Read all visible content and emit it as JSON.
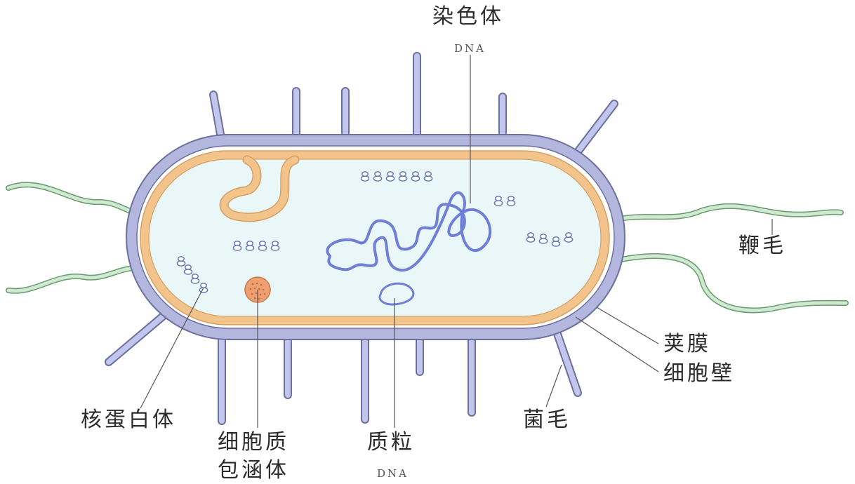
{
  "labels": {
    "chromosome": "染色体",
    "chromosome_dna": "DNA",
    "flagellum": "鞭毛",
    "capsule": "荚膜",
    "cell_wall": "细胞壁",
    "pilus": "菌毛",
    "ribosome": "核蛋白体",
    "inclusion_line1": "细胞质",
    "inclusion_line2": "包涵体",
    "plasmid": "质粒",
    "plasmid_dna": "DNA"
  },
  "colors": {
    "cell_wall": "#b3b7de",
    "cell_wall_outline": "#6d6f9e",
    "membrane": "#f3c38c",
    "cytoplasm": "#eaf7f8",
    "chromosome": "#6f7fd8",
    "flagellum": "#bfe3c4",
    "ribosome": "#6c86c2",
    "inclusion": "#f0a070"
  }
}
